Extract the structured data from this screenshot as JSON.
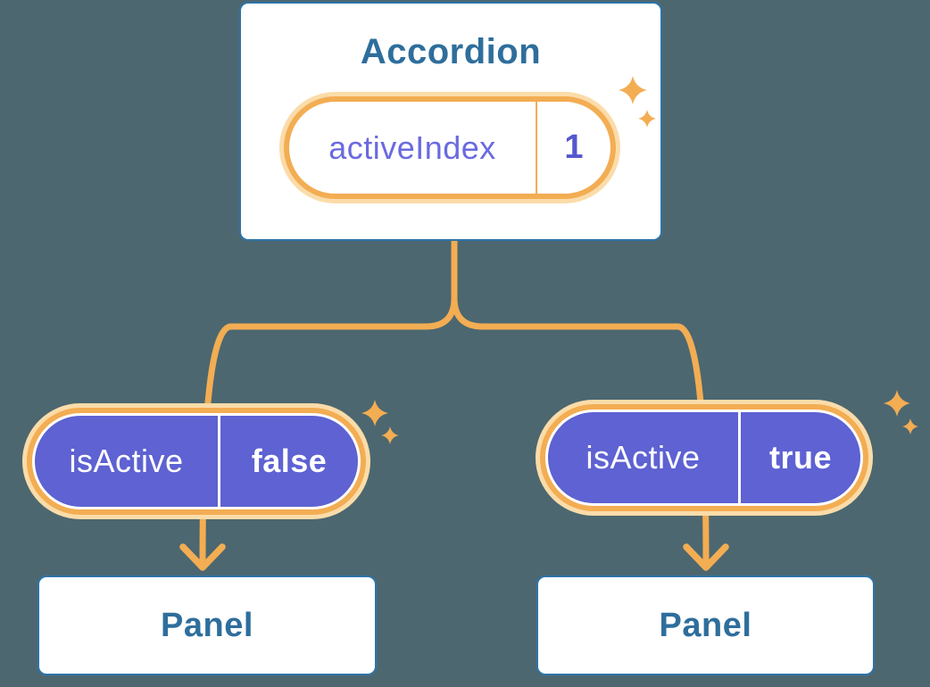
{
  "colors": {
    "page_bg": "#4C6770",
    "accent_orange": "#F3AD53",
    "orange_glow": "#FBDCA9",
    "purple_fill": "#5E62D2",
    "purple_label": "#6A6ADF",
    "purple_value": "#5457CE",
    "blue_border": "#2E74A9",
    "blue_text": "#2E6E9C",
    "card_bg": "#FFFFFF"
  },
  "diagram": {
    "root": {
      "title": "Accordion",
      "state": {
        "label": "activeIndex",
        "value": "1"
      }
    },
    "children": [
      {
        "state": {
          "label": "isActive",
          "value": "false"
        },
        "panel": "Panel"
      },
      {
        "state": {
          "label": "isActive",
          "value": "true"
        },
        "panel": "Panel"
      }
    ]
  },
  "icons": {
    "sparkle_large": "sparkle-icon",
    "sparkle_small": "sparkle-icon"
  }
}
